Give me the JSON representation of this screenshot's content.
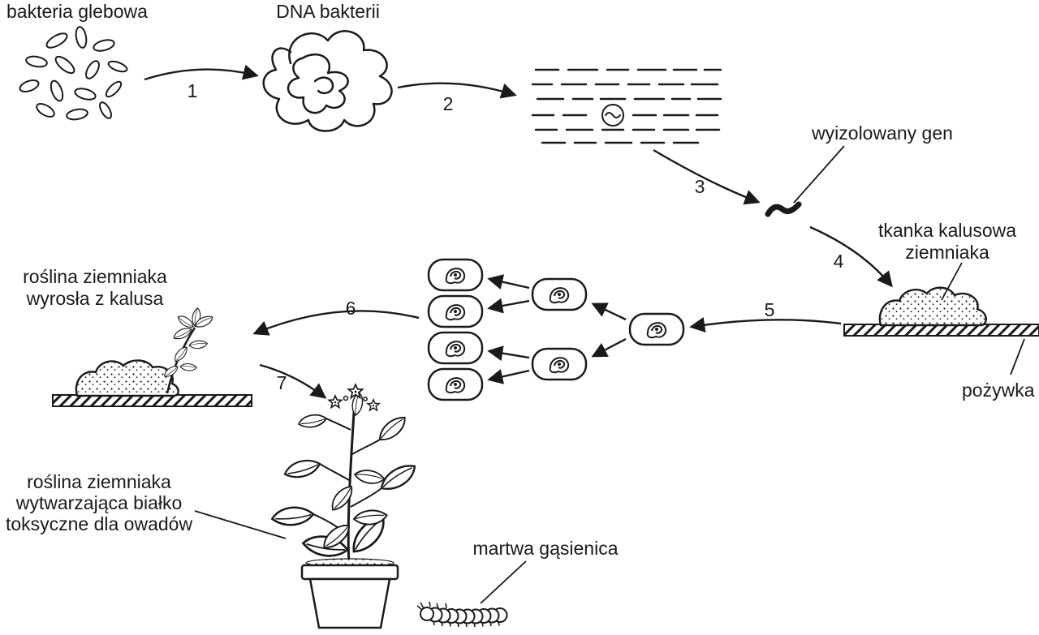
{
  "diagram": {
    "labels": {
      "soil_bacteria": "bakteria glebowa",
      "bacteria_dna": "DNA bakterii",
      "isolated_gene": "wyizolowany gen",
      "callus_tissue_line1": "tkanka kalusowa",
      "callus_tissue_line2": "ziemniaka",
      "medium": "pożywka",
      "plant_from_callus_line1": "roślina ziemniaka",
      "plant_from_callus_line2": "wyrosła z kalusa",
      "toxic_plant_line1": "roślina ziemniaka",
      "toxic_plant_line2": "wytwarzająca białko",
      "toxic_plant_line3": "toksyczne dla owadów",
      "dead_caterpillar": "martwa gąsienica"
    },
    "steps": {
      "step1": "1",
      "step2": "2",
      "step3": "3",
      "step4": "4",
      "step5": "5",
      "step6": "6",
      "step7": "7"
    }
  }
}
